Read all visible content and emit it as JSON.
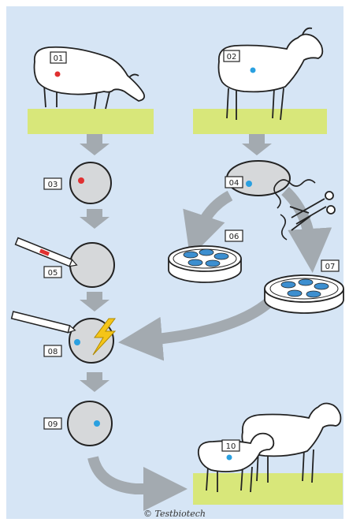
{
  "step_labels": {
    "s01": "01",
    "s02": "02",
    "s03": "03",
    "s04": "04",
    "s05": "05",
    "s06": "06",
    "s07": "07",
    "s08": "08",
    "s09": "09",
    "s10": "10"
  },
  "credit": "© Testbiotech",
  "colors": {
    "background": "#d6e5f5",
    "arrow": "#a3aab0",
    "grass": "#d8e77a",
    "cell_fill": "#d6d8da",
    "nucleus_red": "#e03030",
    "nucleus_blue": "#2aa0e0",
    "lightning": "#f5c518",
    "dish_cell": "#3d8fd0"
  },
  "icons": [
    "sheep-icon",
    "cell-icon",
    "pipette-icon",
    "petri-dish-icon",
    "scissors-icon",
    "dna-icon",
    "lightning-icon",
    "lamb-icon"
  ]
}
